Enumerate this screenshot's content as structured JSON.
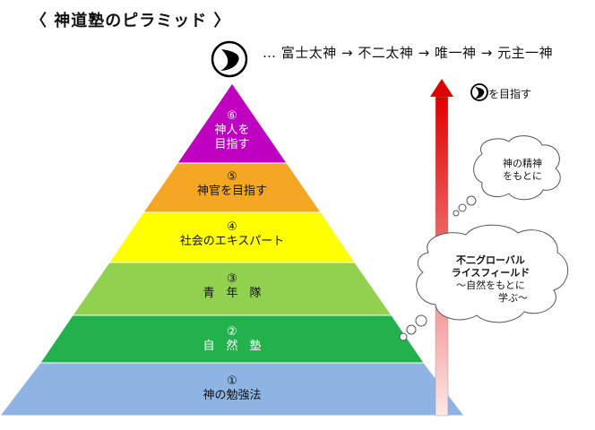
{
  "title": "〈 神道塾のピラミッド 〉",
  "chain_text": "… 富士太神 → 不二太神 → 唯一神 → 元主一神",
  "goal_label": "を目指す",
  "layers": [
    {
      "num": "⑥",
      "line1": "神人を",
      "line2": "目指す",
      "color": "#c000c0"
    },
    {
      "num": "⑤",
      "line1": "神官を目指す",
      "color": "#f5a623"
    },
    {
      "num": "④",
      "line1": "社会のエキスパート",
      "color": "#ffff00"
    },
    {
      "num": "③",
      "line1": "青　年　隊",
      "color": "#92d050"
    },
    {
      "num": "②",
      "line1": "自　然　塾",
      "color": "#22b14c"
    },
    {
      "num": "①",
      "line1": "神の勉強法",
      "color": "#8eb4e3"
    }
  ],
  "bubble_small": {
    "line1": "神の精神",
    "line2": "をもとに"
  },
  "bubble_large": {
    "line1": "不二グローバル",
    "line2": "ライスフィールド",
    "line3": "～自然をもとに",
    "line4": "学ぶ～"
  },
  "arrow_colors": {
    "top": "#e00000",
    "bottom": "#fde0e0"
  }
}
